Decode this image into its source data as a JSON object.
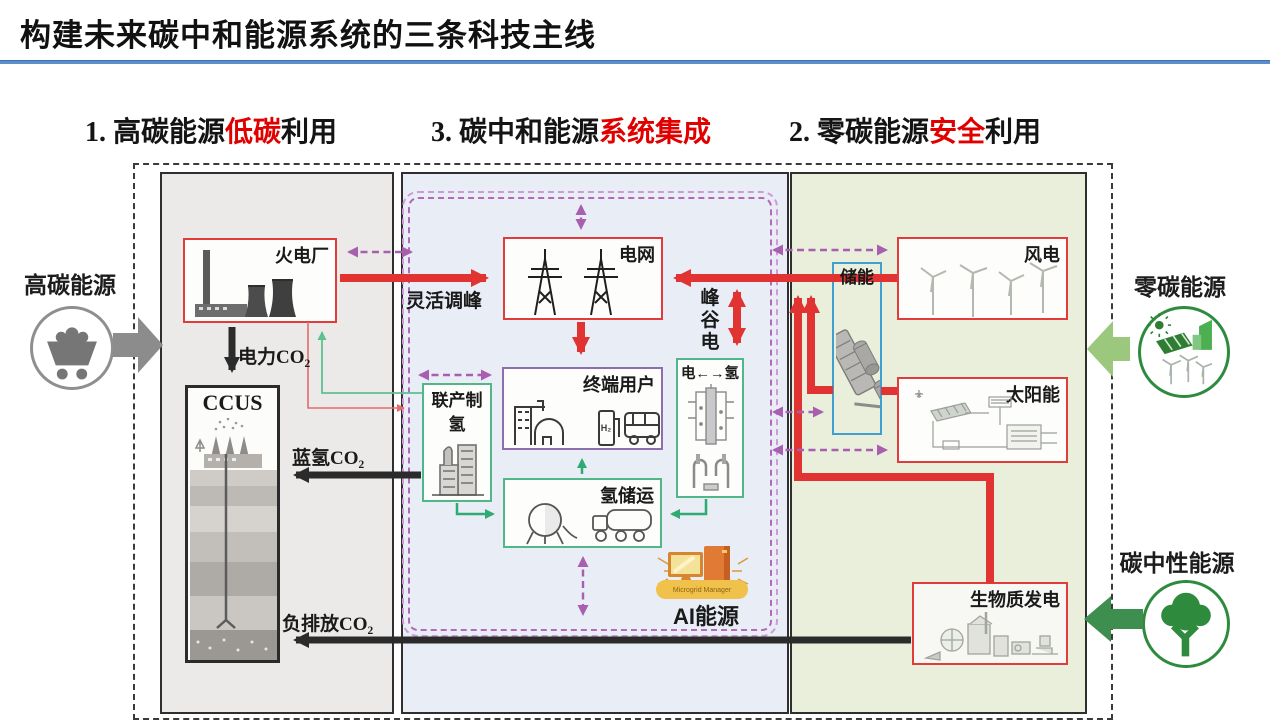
{
  "title": "构建未来碳中和能源系统的三条科技主线",
  "headers": {
    "h1": {
      "prefix": "1. 高碳能源",
      "highlight": "低碳",
      "suffix": "利用"
    },
    "h3": {
      "prefix": "3. 碳中和能源",
      "highlight": "系统集成",
      "suffix": ""
    },
    "h2": {
      "prefix": "2. 零碳能源",
      "highlight": "安全",
      "suffix": "利用"
    }
  },
  "external": {
    "high_carbon": "高碳能源",
    "zero_carbon": "零碳能源",
    "carbon_neutral": "碳中性能源"
  },
  "left_panel": {
    "thermal_plant": "火电厂",
    "ccus": "CCUS"
  },
  "middle_panel": {
    "grid": "电网",
    "end_users": "终端用户",
    "hydrogen_storage": "氢储运",
    "coproduction_h2": "联产制氢",
    "elec_h2": "电←→氢",
    "ai_energy": "AI能源",
    "microgrid_manager": "Microgrid Manager",
    "h2_label": "H₂"
  },
  "right_panel": {
    "energy_storage": "储能",
    "wind": "风电",
    "solar": "太阳能",
    "biomass": "生物质发电"
  },
  "flow_labels": {
    "power_co2": "电力CO₂",
    "blue_h2_co2": "蓝氢CO₂",
    "negative_co2": "负排放CO₂",
    "flexible_peaking": "灵活调峰",
    "peak_valley": "峰谷电"
  },
  "colors": {
    "accent_red": "#e23333",
    "box_red": "#e23b3b",
    "box_green": "#52b788",
    "box_purple": "#8e6fae",
    "box_blue": "#3f9fd0",
    "dashed_purple": "#a85fb0",
    "header_red": "#e00000",
    "title_rule_blue": "#5b8fc9",
    "panel_left_bg": "#eceae8",
    "panel_middle_bg": "#e9edf6",
    "panel_right_bg": "#e9efdb"
  }
}
